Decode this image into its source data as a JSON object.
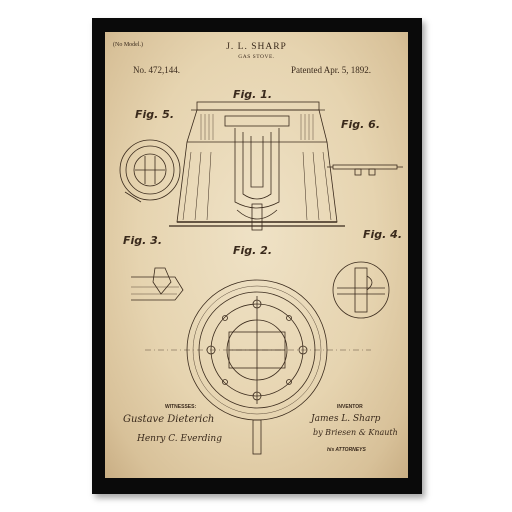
{
  "patent": {
    "model_note": "(No Model.)",
    "inventor_name": "J. L. SHARP",
    "invention": "GAS STOVE.",
    "patent_number": "No. 472,144.",
    "patent_date": "Patented Apr. 5, 1892."
  },
  "figures": {
    "fig1": "Fig. 1.",
    "fig2": "Fig. 2.",
    "fig3": "Fig. 3.",
    "fig4": "Fig. 4.",
    "fig5": "Fig. 5.",
    "fig6": "Fig. 6."
  },
  "footer": {
    "witnesses_label": "WITNESSES:",
    "inventor_label": "INVENTOR",
    "attorneys_label": "his ATTORNEYS",
    "witness_sig_1": "Gustave Dieterich",
    "witness_sig_2": "Henry C. Everding",
    "inventor_sig": "James L. Sharp",
    "attorney_sig_1": "by Briesen & Knauth",
    "attorney_sig_2": ""
  },
  "colors": {
    "frame": "#0a0a0a",
    "paper": "#e6d4b0",
    "ink": "#3a2a1c"
  }
}
